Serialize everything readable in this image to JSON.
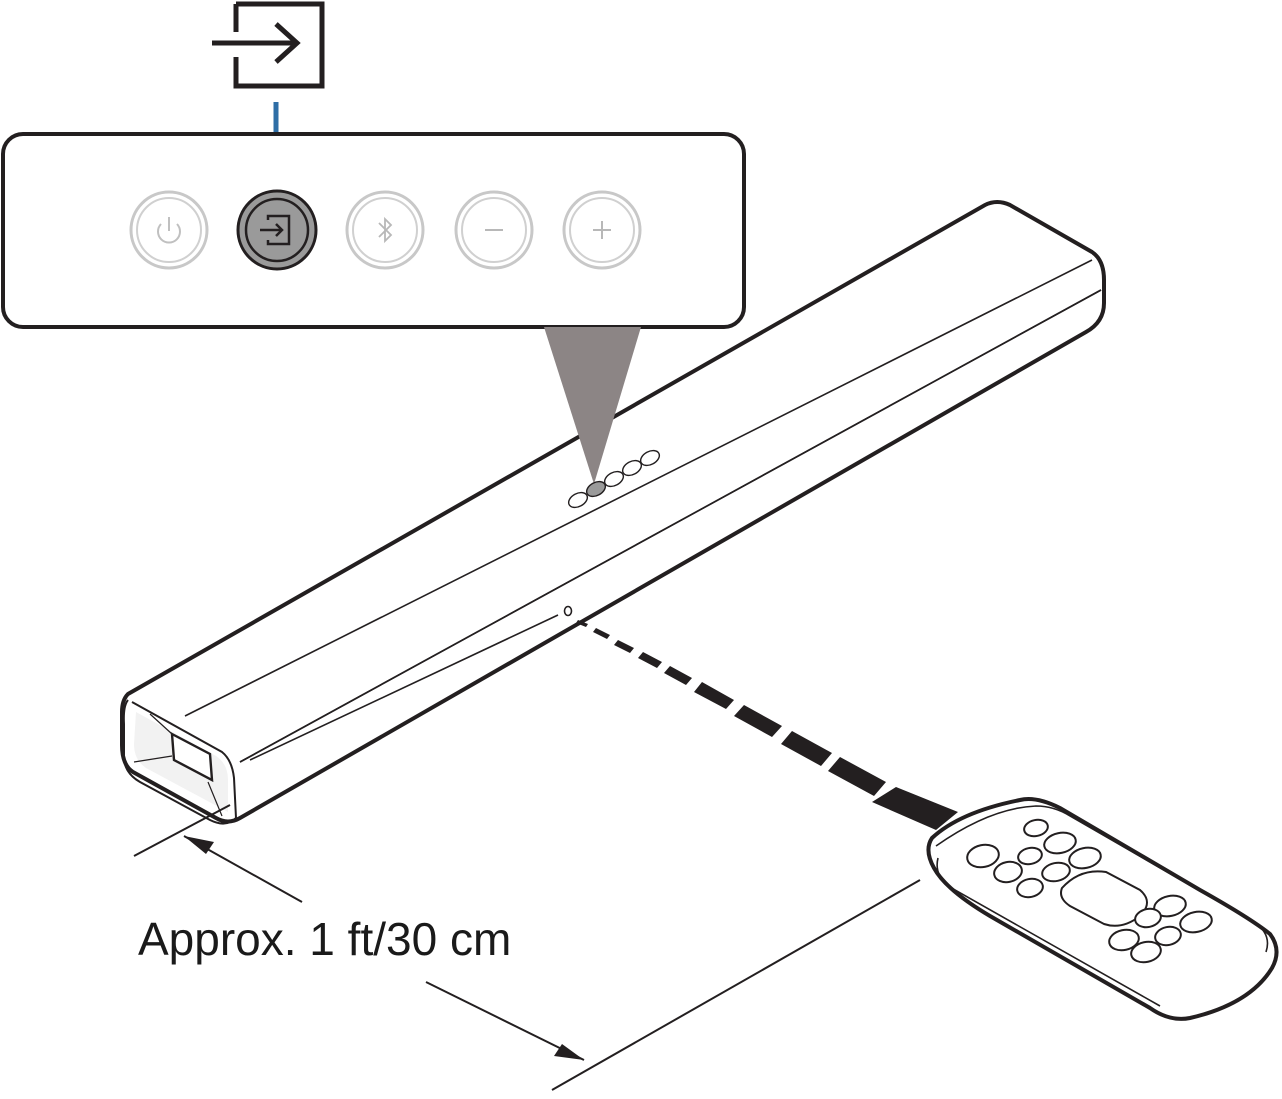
{
  "distance_label": "Approx. 1 ft/30 cm",
  "callout": {
    "icon": "input-icon",
    "buttons": [
      {
        "name": "power-button",
        "icon": "power-icon",
        "highlighted": false
      },
      {
        "name": "input-button",
        "icon": "input-icon",
        "highlighted": true
      },
      {
        "name": "bluetooth-button",
        "icon": "bluetooth-icon",
        "highlighted": false
      },
      {
        "name": "volume-down-button",
        "icon": "minus-icon",
        "highlighted": false
      },
      {
        "name": "volume-up-button",
        "icon": "plus-icon",
        "highlighted": false
      }
    ]
  },
  "colors": {
    "line": "#231f20",
    "leader": "#2e6ea6",
    "highlight_fill": "#9a9a9a",
    "inactive_ring": "#c8c8c8",
    "funnel": "#8c8585"
  }
}
